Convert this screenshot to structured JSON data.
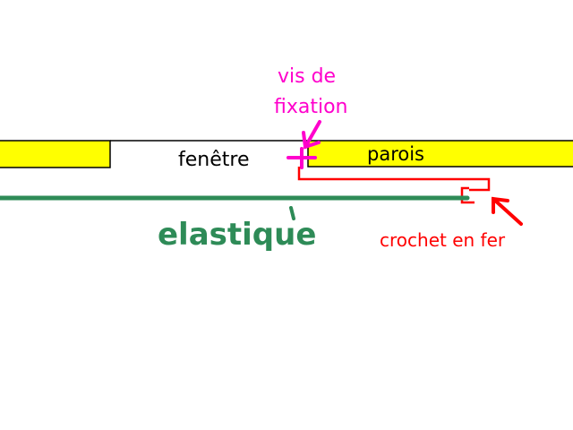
{
  "labels": {
    "window": "fenêtre",
    "wall": "parois",
    "screw_line1": "vis de",
    "screw_line2": "fixation",
    "elastic": "elastique",
    "hook": "crochet en fer"
  },
  "colors": {
    "wall_fill": "#ffff00",
    "outline": "#000000",
    "elastic": "#2e8b57",
    "hook": "#ff0000",
    "screw": "#ff00cc",
    "text": "#000000"
  }
}
